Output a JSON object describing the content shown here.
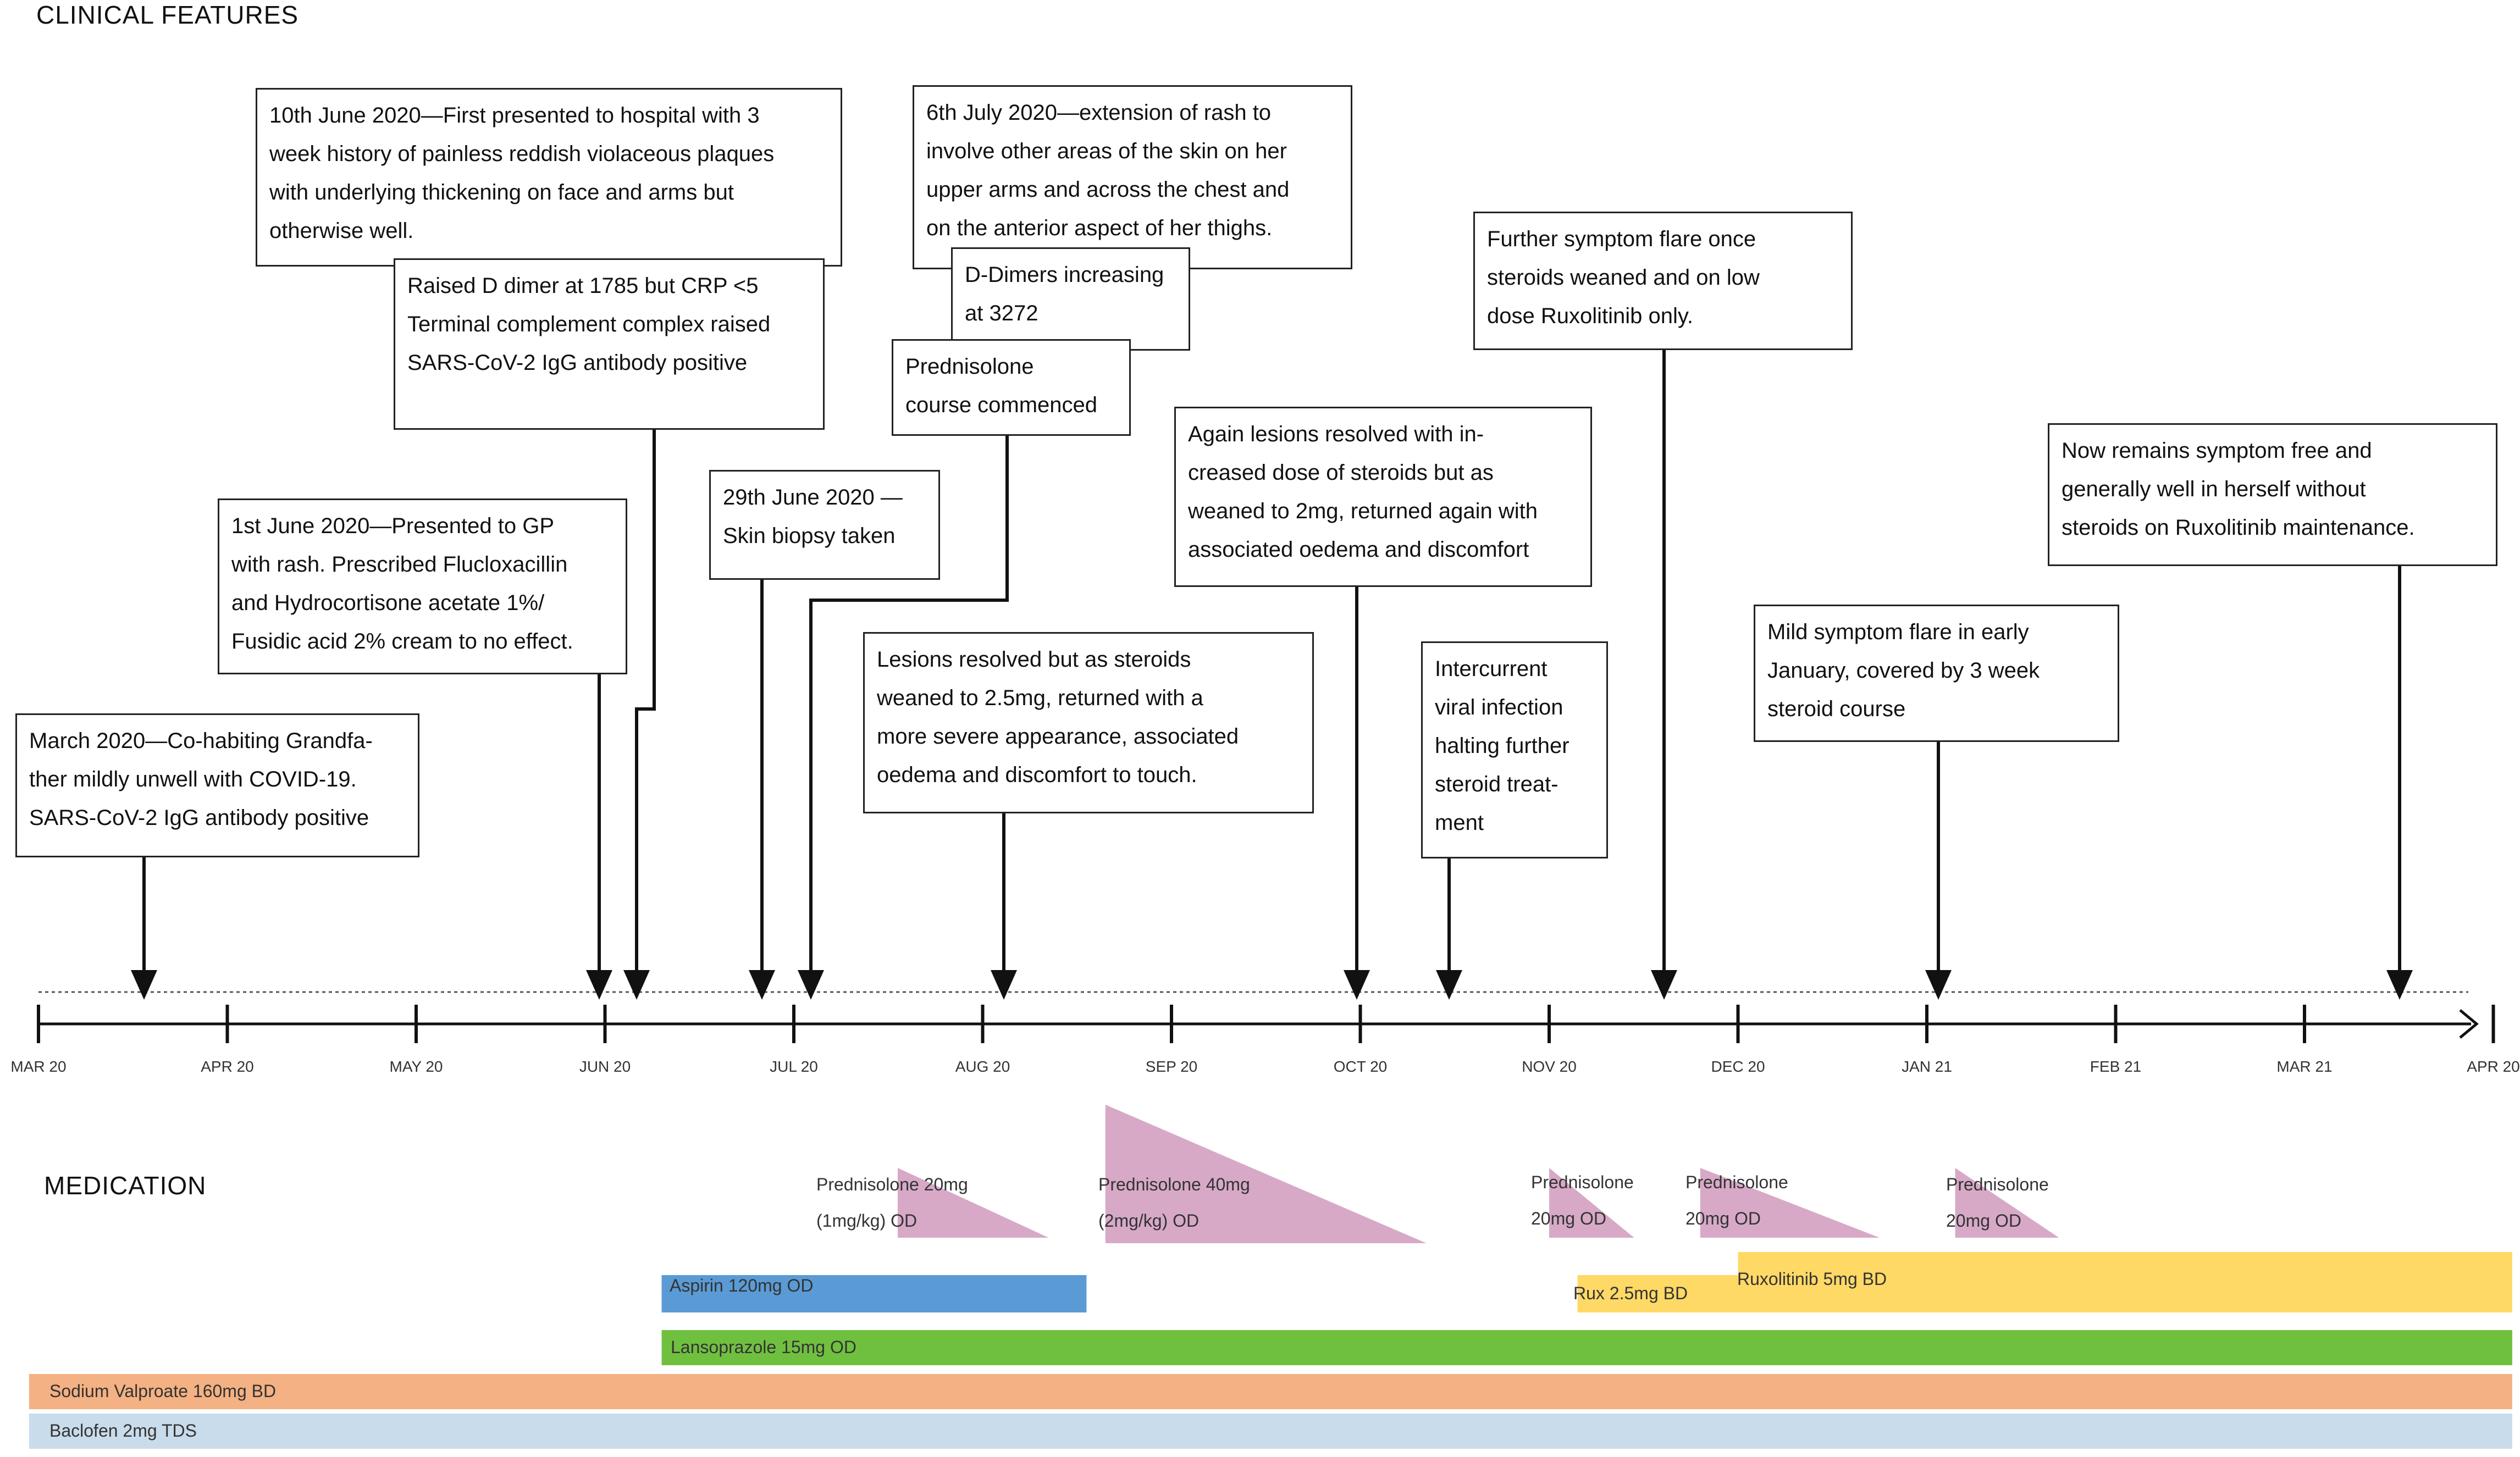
{
  "clinical_title": "CLINICAL FEATURES",
  "medication_title": "MEDICATION",
  "months": [
    "MAR 20",
    "APR 20",
    "MAY 20",
    "JUN 20",
    "JUL 20",
    "AUG 20",
    "SEP 20",
    "OCT 20",
    "NOV 20",
    "DEC 20",
    "JAN 21",
    "FEB 21",
    "MAR 21",
    "APR 20"
  ],
  "events": [
    {
      "id": "e1",
      "text": "March 2020—Co-habiting Grandfa-\nther mildly unwell with COVID-19.\nSARS-CoV-2 IgG antibody positive"
    },
    {
      "id": "e2",
      "text": "1st June 2020—Presented to GP\nwith rash. Prescribed Flucloxacillin\nand Hydrocortisone acetate 1%/\nFusidic acid 2% cream to no effect."
    },
    {
      "id": "e3",
      "text": "10th June 2020—First presented to hospital with 3\nweek history of painless reddish violaceous plaques\nwith underlying thickening on face and arms but\notherwise well."
    },
    {
      "id": "e4",
      "text": "Raised D dimer at 1785 but CRP <5\nTerminal complement complex raised\nSARS-CoV-2 IgG antibody positive"
    },
    {
      "id": "e5",
      "text": "29th June 2020 —\nSkin biopsy taken"
    },
    {
      "id": "e6",
      "text": "6th July 2020—extension of rash to\ninvolve other areas of the skin on her\nupper arms and across the chest and\non the anterior aspect of her thighs."
    },
    {
      "id": "e7",
      "text": "D-Dimers increasing\nat 3272"
    },
    {
      "id": "e8",
      "text": "Prednisolone\ncourse commenced"
    },
    {
      "id": "e9",
      "text": "Lesions resolved but as steroids\nweaned to 2.5mg, returned with a\nmore severe appearance, associated\noedema and discomfort to touch."
    },
    {
      "id": "e10",
      "text": "Again lesions resolved with in-\ncreased dose of steroids but as\nweaned to 2mg, returned again with\nassociated oedema and discomfort"
    },
    {
      "id": "e11",
      "text": "Intercurrent\nviral infection\nhalting further\nsteroid treat-\nment"
    },
    {
      "id": "e12",
      "text": "Further symptom flare once\nsteroids weaned and on low\ndose Ruxolitinib only."
    },
    {
      "id": "e13",
      "text": "Mild symptom flare in early\nJanuary, covered by 3 week\nsteroid course"
    },
    {
      "id": "e14",
      "text": "Now remains symptom free and\ngenerally well in herself without\nsteroids on Ruxolitinib maintenance."
    }
  ],
  "medications": {
    "triangles": [
      {
        "label": "Prednisolone 20mg\n(1mg/kg) OD",
        "start": 4.55,
        "end": 5.35,
        "color": "#d7a9c7"
      },
      {
        "label": "Prednisolone 40mg\n(2mg/kg) OD",
        "start": 5.65,
        "end": 7.35,
        "color": "#d7a9c7"
      },
      {
        "label": "Prednisolone\n20mg OD",
        "start": 8.0,
        "end": 8.45,
        "color": "#d7a9c7"
      },
      {
        "label": "Prednisolone\n20mg OD",
        "start": 8.8,
        "end": 9.75,
        "color": "#d7a9c7"
      },
      {
        "label": "Prednisolone\n20mg OD",
        "start": 10.15,
        "end": 10.7,
        "color": "#d7a9c7"
      }
    ],
    "bars": [
      {
        "label": "Aspirin 120mg OD",
        "start": 3.3,
        "end": 5.55,
        "color": "#5b9bd5"
      },
      {
        "label": "Rux 2.5mg BD",
        "start": 8.15,
        "end": 9.0,
        "color": "#ffd966"
      },
      {
        "label": "Ruxolitinib 5mg BD",
        "start": 9.0,
        "end": 13.1,
        "color": "#ffd966"
      },
      {
        "label": "Lansoprazole 15mg OD",
        "start": 3.3,
        "end": 13.1,
        "color": "#70c040"
      },
      {
        "label": "Sodium Valproate 160mg BD",
        "start": -0.05,
        "end": 13.1,
        "color": "#f4b183"
      },
      {
        "label": "Baclofen 2mg TDS",
        "start": -0.05,
        "end": 13.1,
        "color": "#c9dcec"
      }
    ]
  }
}
